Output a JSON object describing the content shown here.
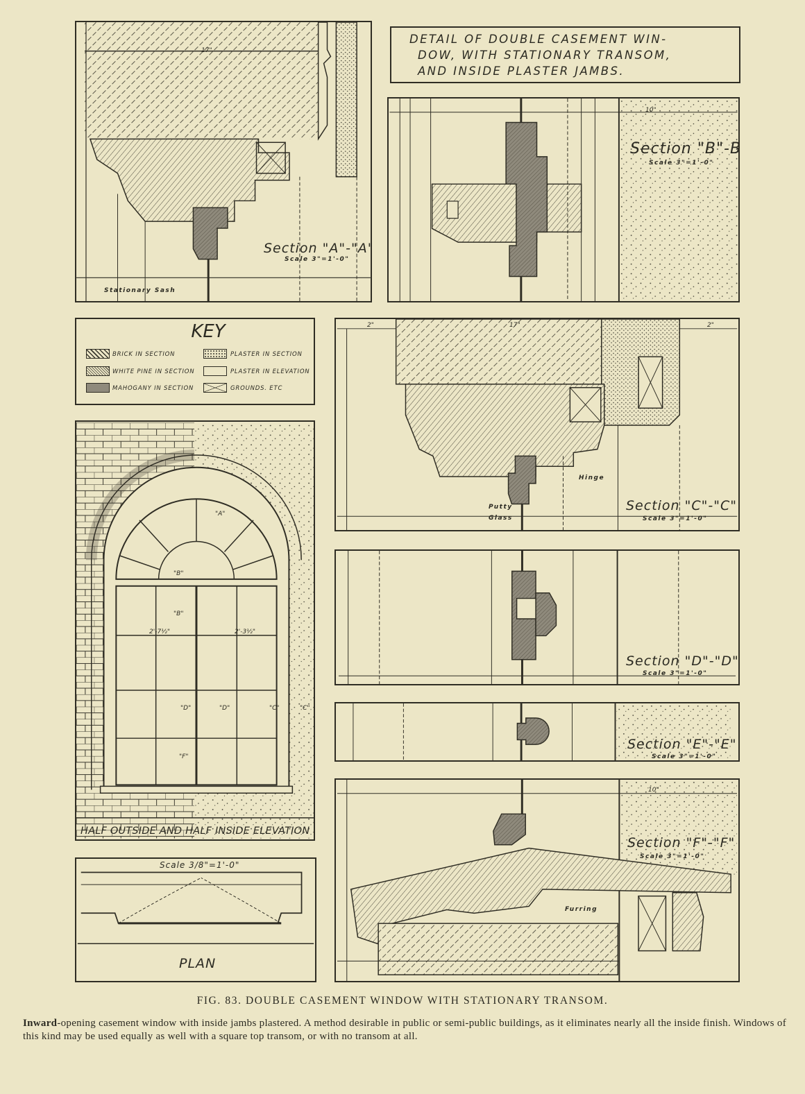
{
  "title": {
    "lines": [
      "Detail of Double Casement Win-",
      "dow, with Stationary Transom,",
      "and Inside Plaster Jambs."
    ]
  },
  "sections": {
    "aa": {
      "title": "Section \"A\"-\"A\"",
      "scale": "Scale 3\"=1'-0\"",
      "label_sash": "Stationary Sash"
    },
    "bb": {
      "title": "Section \"B\"-B",
      "scale": "Scale 3\"=1'-0\""
    },
    "cc": {
      "title": "Section \"C\"-\"C\"",
      "scale": "Scale 3\"=1'-0\"",
      "label_hinge": "Hinge",
      "label_putty": "Putty",
      "label_glass": "Glass"
    },
    "dd": {
      "title": "Section \"D\"-\"D\"",
      "scale": "Scale 3\"=1'-0\""
    },
    "ee": {
      "title": "Section \"E\"-\"E\"",
      "scale": "Scale 3\"=1'-0\""
    },
    "ff": {
      "title": "Section \"F\"-\"F\"",
      "scale": "Scale 3\"=1'-0\"",
      "label_furring": "Furring"
    }
  },
  "key": {
    "title": "KEY",
    "items": [
      {
        "label": "Brick in Section"
      },
      {
        "label": "White Pine in Section"
      },
      {
        "label": "Mahogany in Section"
      },
      {
        "label": "Plaster in Section"
      },
      {
        "label": "Plaster in Elevation"
      },
      {
        "label": "Grounds. Etc"
      }
    ]
  },
  "elevation": {
    "title": "Half Outside and Half Inside Elevation",
    "labels": {
      "a": "\"A\"",
      "b1": "\"B\"",
      "b2": "\"B\"",
      "c": "\"C\"",
      "c2": "\"C\"",
      "d1": "\"D\"",
      "d2": "\"D\"",
      "f": "\"F\"",
      "width_left": "2'-7½\"",
      "width_right": "2'-3½\""
    }
  },
  "plan": {
    "title": "Plan",
    "scale": "Scale 3/8\"=1'-0\""
  },
  "dims": {
    "aa_top": "17\"",
    "bb_right": "10\"",
    "cc_top": "17\"",
    "cc_l": "2\"",
    "cc_r": "2\"",
    "ff_right": "10\""
  },
  "caption": "FIG. 83.   DOUBLE CASEMENT WINDOW WITH STATIONARY TRANSOM.",
  "description": {
    "lead": "Inward",
    "text": "-opening casement window with inside jambs plastered. A method desirable in public or semi-public buildings, as it eliminates nearly all the inside finish. Windows of this kind may be used equally as well with a square top transom, or with no transom at all."
  },
  "colors": {
    "paper": "#ece6c6",
    "ink": "#2f2d24",
    "mahogany": "#8f8a7c"
  }
}
